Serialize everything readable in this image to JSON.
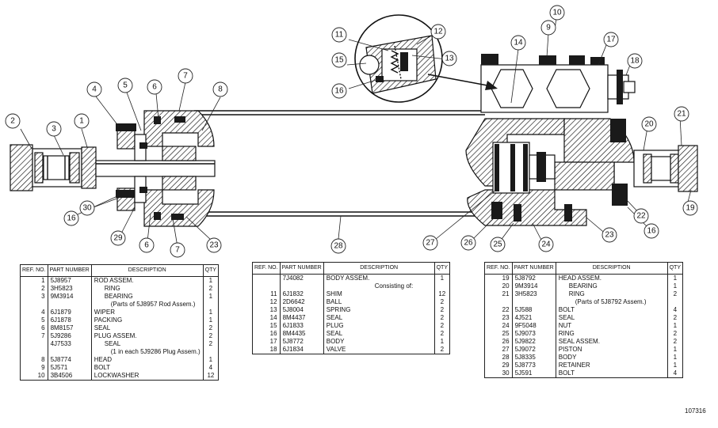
{
  "callouts": [
    "1",
    "2",
    "3",
    "4",
    "5",
    "6",
    "7",
    "8",
    "16",
    "30",
    "29",
    "6",
    "7",
    "23",
    "28",
    "9",
    "10",
    "11",
    "12",
    "13",
    "14",
    "15",
    "16",
    "17",
    "18",
    "19",
    "20",
    "21",
    "22",
    "16",
    "23",
    "24",
    "25",
    "26",
    "27"
  ],
  "tables": [
    {
      "headers": {
        "ref": "REF. NO.",
        "part": "PART NUMBER",
        "desc": "DESCRIPTION",
        "qty": "QTY"
      },
      "rows": [
        {
          "ref": "1",
          "part": "5J8957",
          "desc": "ROD ASSEM.",
          "qty": "1",
          "style": ""
        },
        {
          "ref": "2",
          "part": "3H5823",
          "desc": "RING",
          "qty": "2",
          "style": "sub"
        },
        {
          "ref": "3",
          "part": "9M3914",
          "desc": "BEARING",
          "qty": "1",
          "style": "sub"
        },
        {
          "ref": "",
          "part": "",
          "desc": "(Parts of 5J8957 Rod Assem.)",
          "qty": "",
          "style": "note"
        },
        {
          "ref": "4",
          "part": "6J1879",
          "desc": "WIPER",
          "qty": "1",
          "style": ""
        },
        {
          "ref": "5",
          "part": "6J1878",
          "desc": "PACKING",
          "qty": "1",
          "style": ""
        },
        {
          "ref": "6",
          "part": "8M8157",
          "desc": "SEAL",
          "qty": "2",
          "style": ""
        },
        {
          "ref": "7",
          "part": "5J9286",
          "desc": "PLUG ASSEM.",
          "qty": "2",
          "style": ""
        },
        {
          "ref": "",
          "part": "4J7533",
          "desc": "SEAL",
          "qty": "2",
          "style": "sub"
        },
        {
          "ref": "",
          "part": "",
          "desc": "(1 in each 5J9286 Plug Assem.)",
          "qty": "",
          "style": "note"
        },
        {
          "ref": "8",
          "part": "5J8774",
          "desc": "HEAD",
          "qty": "1",
          "style": ""
        },
        {
          "ref": "9",
          "part": "5J571",
          "desc": "BOLT",
          "qty": "4",
          "style": ""
        },
        {
          "ref": "10",
          "part": "3B4506",
          "desc": "LOCKWASHER",
          "qty": "12",
          "style": ""
        }
      ]
    },
    {
      "headers": {
        "ref": "REF. NO.",
        "part": "PART NUMBER",
        "desc": "DESCRIPTION",
        "qty": "QTY"
      },
      "rows": [
        {
          "ref": "",
          "part": "7J4082",
          "desc": "BODY ASSEM.",
          "qty": "1",
          "style": ""
        },
        {
          "ref": "",
          "part": "",
          "desc": "Consisting of:",
          "qty": "",
          "style": "hdr"
        },
        {
          "ref": "11",
          "part": "6J1832",
          "desc": "SHIM",
          "qty": "12",
          "style": ""
        },
        {
          "ref": "12",
          "part": "2D6642",
          "desc": "BALL",
          "qty": "2",
          "style": ""
        },
        {
          "ref": "13",
          "part": "5J8004",
          "desc": "SPRING",
          "qty": "2",
          "style": ""
        },
        {
          "ref": "14",
          "part": "8M4437",
          "desc": "SEAL",
          "qty": "2",
          "style": ""
        },
        {
          "ref": "15",
          "part": "6J1833",
          "desc": "PLUG",
          "qty": "2",
          "style": ""
        },
        {
          "ref": "16",
          "part": "8M4435",
          "desc": "SEAL",
          "qty": "2",
          "style": ""
        },
        {
          "ref": "17",
          "part": "5J8772",
          "desc": "BODY",
          "qty": "1",
          "style": ""
        },
        {
          "ref": "18",
          "part": "6J1834",
          "desc": "VALVE",
          "qty": "2",
          "style": ""
        }
      ]
    },
    {
      "headers": {
        "ref": "REF. NO.",
        "part": "PART NUMBER",
        "desc": "DESCRIPTION",
        "qty": "QTY"
      },
      "rows": [
        {
          "ref": "19",
          "part": "5J8792",
          "desc": "HEAD ASSEM.",
          "qty": "1",
          "style": ""
        },
        {
          "ref": "20",
          "part": "9M3914",
          "desc": "BEARING",
          "qty": "1",
          "style": "sub"
        },
        {
          "ref": "21",
          "part": "3H5823",
          "desc": "RING",
          "qty": "2",
          "style": "sub"
        },
        {
          "ref": "",
          "part": "",
          "desc": "(Parts of 5J8792 Assem.)",
          "qty": "",
          "style": "note"
        },
        {
          "ref": "22",
          "part": "5J588",
          "desc": "BOLT",
          "qty": "4",
          "style": ""
        },
        {
          "ref": "23",
          "part": "4J521",
          "desc": "SEAL",
          "qty": "2",
          "style": ""
        },
        {
          "ref": "24",
          "part": "9F5048",
          "desc": "NUT",
          "qty": "1",
          "style": ""
        },
        {
          "ref": "25",
          "part": "5J9073",
          "desc": "RING",
          "qty": "2",
          "style": ""
        },
        {
          "ref": "26",
          "part": "5J9822",
          "desc": "SEAL ASSEM.",
          "qty": "2",
          "style": ""
        },
        {
          "ref": "27",
          "part": "5J9072",
          "desc": "PISTON",
          "qty": "1",
          "style": ""
        },
        {
          "ref": "28",
          "part": "5J8335",
          "desc": "BODY",
          "qty": "1",
          "style": ""
        },
        {
          "ref": "29",
          "part": "5J8773",
          "desc": "RETAINER",
          "qty": "1",
          "style": ""
        },
        {
          "ref": "30",
          "part": "5J591",
          "desc": "BOLT",
          "qty": "4",
          "style": ""
        }
      ]
    }
  ],
  "drawing_number": "107316"
}
